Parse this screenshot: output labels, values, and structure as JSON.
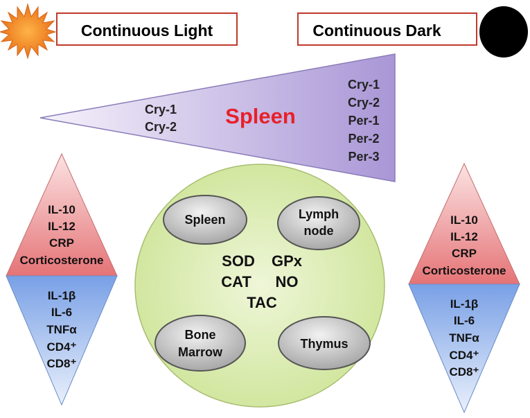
{
  "header": {
    "left_label": "Continuous Light",
    "right_label": "Continuous Dark"
  },
  "spleen_wedge": {
    "title": "Spleen",
    "light_genes": [
      "Cry-1",
      "Cry-2"
    ],
    "dark_genes": [
      "Cry-1",
      "Cry-2",
      "Per-1",
      "Per-2",
      "Per-3"
    ]
  },
  "left_diamond": {
    "upper": [
      "IL-10",
      "IL-12",
      "CRP",
      "Corticosterone"
    ],
    "lower": [
      "IL-1β",
      "IL-6",
      "TNFα",
      "CD4⁺",
      "CD8⁺"
    ]
  },
  "right_diamond": {
    "upper": [
      "IL-10",
      "IL-12",
      "CRP",
      "Corticosterone"
    ],
    "lower": [
      "IL-1β",
      "IL-6",
      "TNFα",
      "CD4⁺",
      "CD8⁺"
    ]
  },
  "center_circle": {
    "organs": {
      "spleen": "Spleen",
      "lymph_line1": "Lymph",
      "lymph_line2": "node",
      "bone_line1": "Bone",
      "bone_line2": "Marrow",
      "thymus": "Thymus"
    },
    "markers": {
      "sod": "SOD",
      "gpx": "GPx",
      "cat": "CAT",
      "no": "NO",
      "tac": "TAC"
    }
  },
  "colors": {
    "box_border": "#c0392b",
    "spleen_title": "#e8202a",
    "wedge_light": "#f3effa",
    "wedge_dark": "#a996d6",
    "diamond_red": "#e77c7e",
    "diamond_blue": "#7ea3e8",
    "circle_fill": "#d7eaa6",
    "oval_fill": "#bdbdbd",
    "sun": "#f08a1c"
  }
}
